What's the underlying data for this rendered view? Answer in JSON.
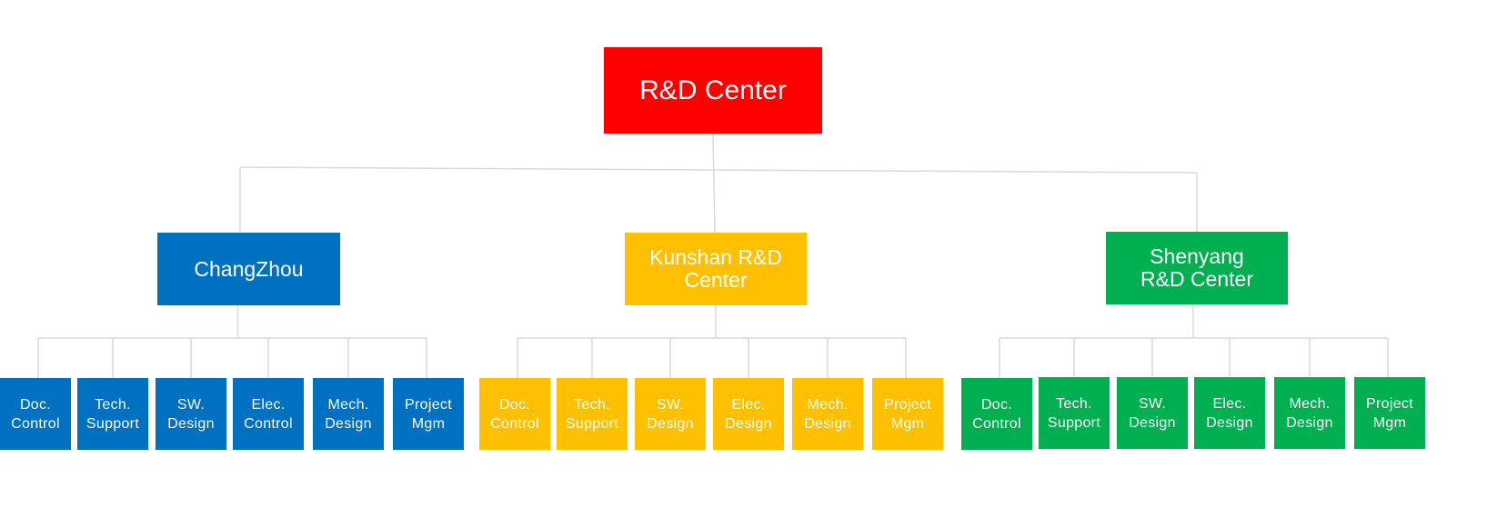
{
  "colors": {
    "root": "#ff0000",
    "line": "#d9d9d9",
    "changzhou": "#0070c0",
    "kunshan": "#ffc000",
    "shenyang": "#00b050"
  },
  "root": {
    "label": "R&D Center"
  },
  "branches": [
    {
      "id": "changzhou",
      "label": "ChangZhou",
      "color": "#0070c0",
      "departments": [
        "Doc.\nControl",
        "Tech.\nSupport",
        "SW.\nDesign",
        "Elec.\nControl",
        "Mech.\nDesign",
        "Project\nMgm"
      ]
    },
    {
      "id": "kunshan",
      "label": "Kunshan R&D\nCenter",
      "color": "#ffc000",
      "departments": [
        "Doc.\nControl",
        "Tech.\nSupport",
        "SW.\nDesign",
        "Elec.\nDesign",
        "Mech.\nDesign",
        "Project\nMgm"
      ]
    },
    {
      "id": "shenyang",
      "label": "Shenyang\nR&D Center",
      "color": "#00b050",
      "departments": [
        "Doc.\nControl",
        "Tech.\nSupport",
        "SW.\nDesign",
        "Elec.\nDesign",
        "Mech.\nDesign",
        "Project\nMgm"
      ]
    }
  ]
}
